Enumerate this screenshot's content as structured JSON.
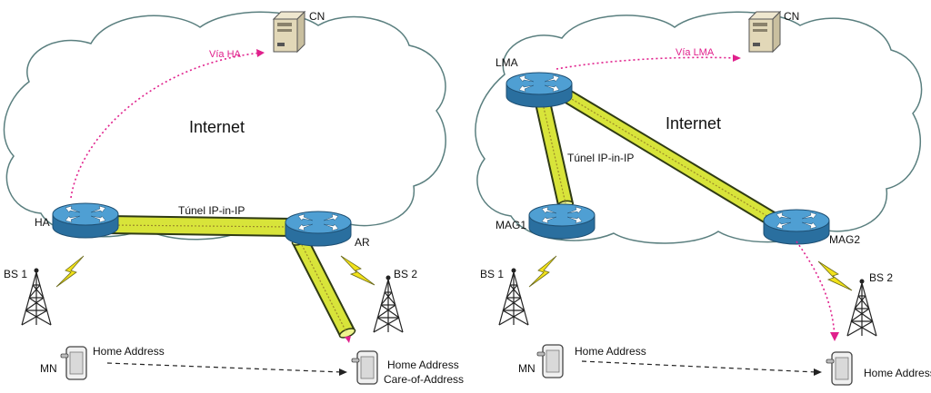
{
  "left": {
    "internet": "Internet",
    "cn": "CN",
    "via": "Vía HA",
    "ha": "HA",
    "ar": "AR",
    "tunnel": "Túnel IP-in-IP",
    "bs1": "BS 1",
    "bs2": "BS 2",
    "mn": "MN",
    "home_address": "Home Address",
    "home_address_2": "Home Address",
    "care_of_address": "Care-of-Address"
  },
  "right": {
    "internet": "Internet",
    "cn": "CN",
    "via": "Vía LMA",
    "lma": "LMA",
    "mag1": "MAG1",
    "mag2": "MAG2",
    "tunnel": "Túnel IP-in-IP",
    "bs1": "BS 1",
    "bs2": "BS 2",
    "mn": "MN",
    "home_address": "Home Address",
    "home_address_2": "Home Address"
  },
  "colors": {
    "router_top": "#4f9fd3",
    "router_side": "#2a6f9f",
    "tunnel_fill": "#d8e43a",
    "tunnel_edge": "#2f3a14",
    "pink_path": "#e0208c",
    "lightning": "#f2e21a"
  }
}
